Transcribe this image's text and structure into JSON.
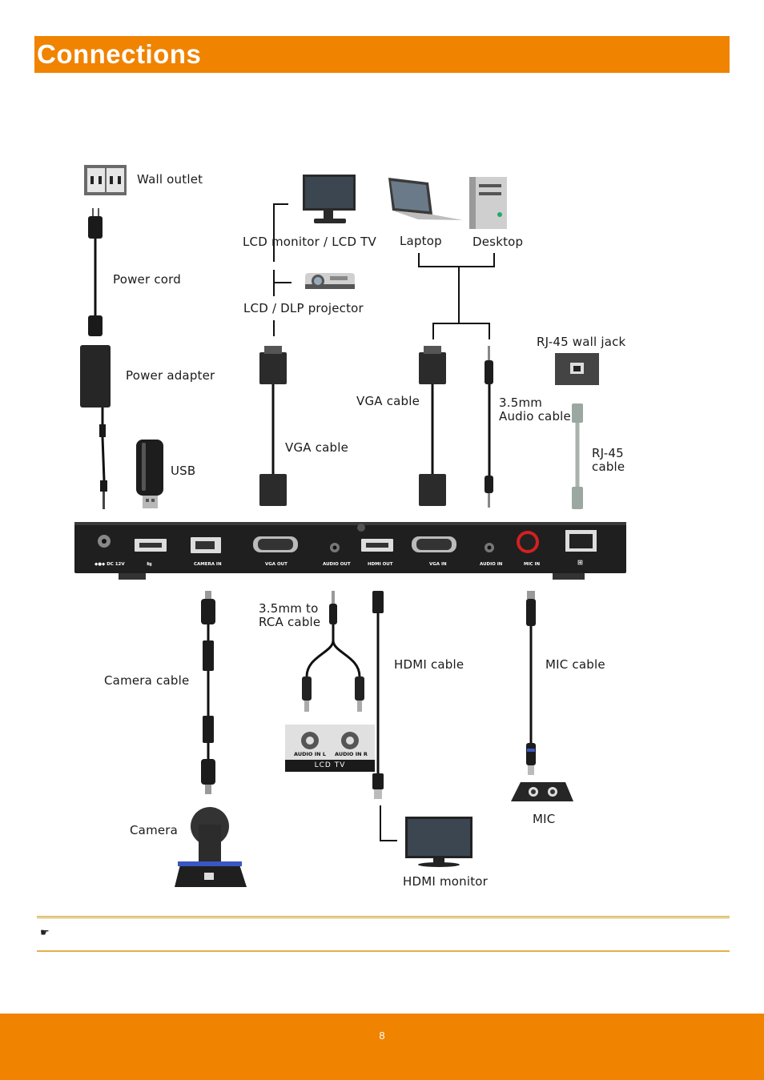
{
  "page": {
    "title": "Connections",
    "page_number": "8",
    "note_icon": "pointing-hand-icon",
    "colors": {
      "accent": "#f08300",
      "device": "#1c1c1c",
      "cable": "#111111"
    }
  },
  "labels": {
    "wall_outlet": "Wall outlet",
    "power_cord": "Power cord",
    "power_adapter": "Power adapter",
    "usb": "USB",
    "lcd_monitor": "LCD monitor / LCD TV",
    "projector": "LCD / DLP projector",
    "vga_cable_left": "VGA cable",
    "laptop": "Laptop",
    "desktop": "Desktop",
    "vga_cable_right": "VGA cable",
    "audio_cable_line1": "3.5mm",
    "audio_cable_line2": "Audio cable",
    "rj45_jack": "RJ-45 wall jack",
    "rj45_cable_line1": "RJ-45",
    "rj45_cable_line2": "cable",
    "camera_cable": "Camera cable",
    "camera": "Camera",
    "rca_cable_line1": "3.5mm to",
    "rca_cable_line2": "RCA cable",
    "hdmi_cable": "HDMI cable",
    "hdmi_monitor": "HDMI monitor",
    "mic_cable": "MIC cable",
    "mic": "MIC"
  },
  "ports": {
    "dc": "DC 12V",
    "camera_in": "CAMERA IN",
    "vga_out": "VGA OUT",
    "audio_out": "AUDIO OUT",
    "hdmi_out": "HDMI OUT",
    "vga_in": "VGA IN",
    "audio_in": "AUDIO IN",
    "mic_in": "MIC IN"
  },
  "lcd_tv": {
    "audio_in_l": "AUDIO IN L",
    "audio_in_r": "AUDIO IN R",
    "name": "LCD TV"
  }
}
